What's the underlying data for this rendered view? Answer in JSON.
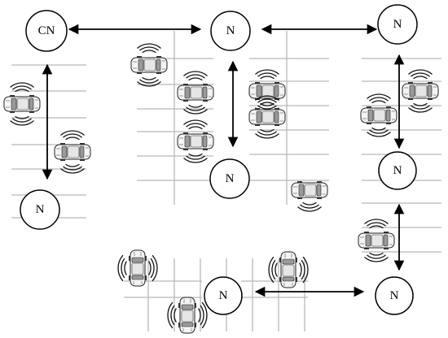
{
  "diagram": {
    "nodes": [
      {
        "id": "cn",
        "label": "CN"
      },
      {
        "id": "n1",
        "label": "N"
      },
      {
        "id": "n2",
        "label": "N"
      },
      {
        "id": "n3",
        "label": "N"
      },
      {
        "id": "n4",
        "label": "N"
      },
      {
        "id": "n5",
        "label": "N"
      },
      {
        "id": "n6",
        "label": "N"
      },
      {
        "id": "n7",
        "label": "N"
      }
    ],
    "links": [
      {
        "from": "cn",
        "to": "n1",
        "direction": "both"
      },
      {
        "from": "n1",
        "to": "n2",
        "direction": "both"
      },
      {
        "from": "n1",
        "to": "n4",
        "direction": "both"
      },
      {
        "from": "cn",
        "to": "n3",
        "direction": "both"
      },
      {
        "from": "n2",
        "to": "n5",
        "direction": "both"
      },
      {
        "from": "n5",
        "to": "n7",
        "direction": "both"
      },
      {
        "from": "n6",
        "to": "n7",
        "direction": "both"
      }
    ],
    "cars": [
      {
        "id": "car-a",
        "orientation": "horizontal",
        "signal": "top-bottom"
      },
      {
        "id": "car-b",
        "orientation": "horizontal",
        "signal": "top-bottom"
      },
      {
        "id": "car-c",
        "orientation": "horizontal",
        "signal": "top-bottom"
      },
      {
        "id": "car-d",
        "orientation": "horizontal",
        "signal": "top-bottom"
      },
      {
        "id": "car-e",
        "orientation": "horizontal",
        "signal": "top-bottom"
      },
      {
        "id": "car-f",
        "orientation": "horizontal",
        "signal": "top-bottom"
      },
      {
        "id": "car-g",
        "orientation": "horizontal",
        "signal": "top-bottom"
      },
      {
        "id": "car-h",
        "orientation": "horizontal",
        "signal": "bottom"
      },
      {
        "id": "car-i",
        "orientation": "horizontal",
        "signal": "top-bottom"
      },
      {
        "id": "car-j",
        "orientation": "horizontal",
        "signal": "top-bottom"
      },
      {
        "id": "car-k",
        "orientation": "horizontal",
        "signal": "top-bottom"
      },
      {
        "id": "car-l",
        "orientation": "vertical",
        "signal": "left-right"
      },
      {
        "id": "car-m",
        "orientation": "vertical",
        "signal": "left-right"
      },
      {
        "id": "car-n",
        "orientation": "vertical",
        "signal": "left-right"
      }
    ]
  }
}
